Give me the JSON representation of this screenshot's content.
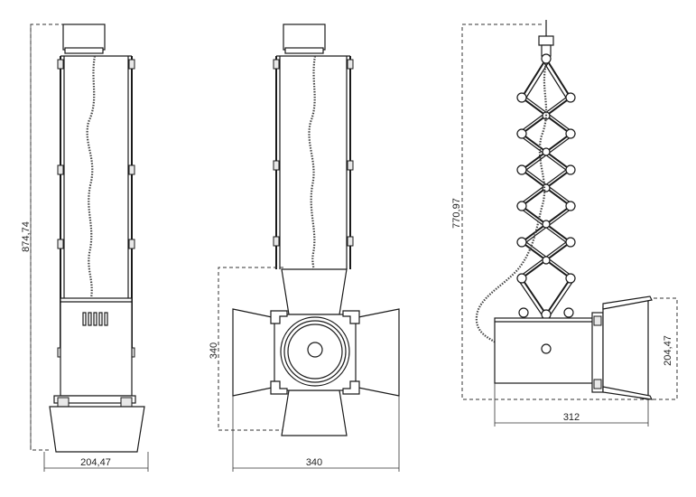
{
  "drawing": {
    "front_view": {
      "height_dim": "874,74",
      "width_dim": "204,47"
    },
    "barndoor_view": {
      "height_dim": "340",
      "width_dim": "340"
    },
    "pantograph_view": {
      "height_dim": "770,97",
      "width_dim": "312",
      "head_dim": "204,47"
    }
  }
}
